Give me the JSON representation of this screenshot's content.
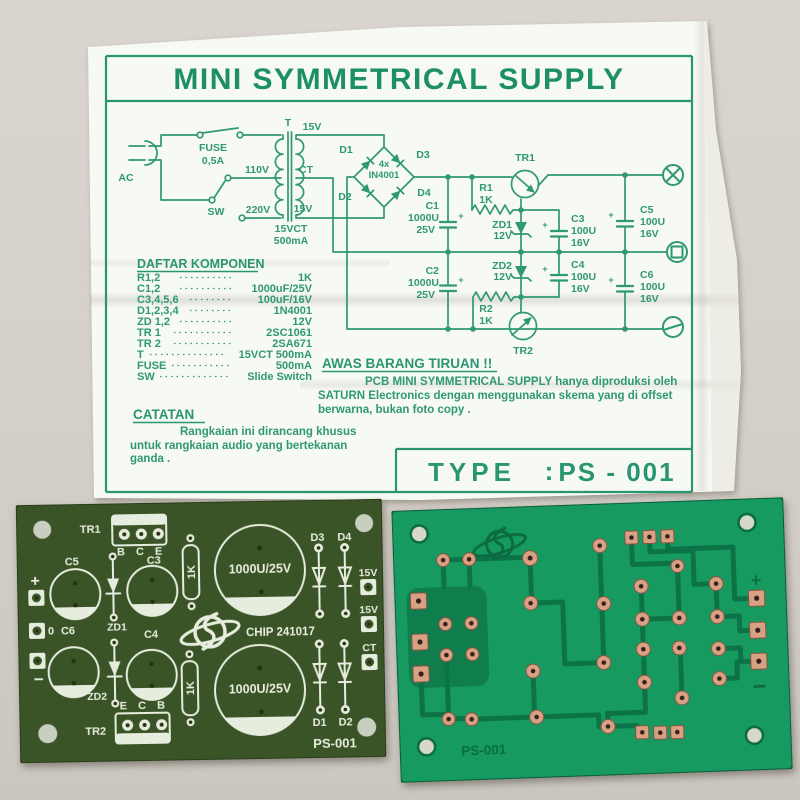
{
  "paper": {
    "title": "MINI SYMMETRICAL SUPPLY",
    "schematic": {
      "ac": "AC",
      "fuse": "FUSE",
      "fuse_val": "0,5A",
      "sw": "SW",
      "v110": "110V",
      "v220": "220V",
      "t": "T",
      "sec_top_v": "15V",
      "ct": "CT",
      "sec_bot_v": "15V",
      "spec1": "15VCT",
      "spec2": "500mA",
      "d1": "D1",
      "d2": "D2",
      "d3": "D3",
      "d4": "D4",
      "bridge_qty": "4x",
      "bridge_part": "IN4001",
      "c1": "C1",
      "c1v": "1000U",
      "c1u": "25V",
      "c2": "C2",
      "c2v": "1000U",
      "c2u": "25V",
      "c3": "C3",
      "c3v": "100U",
      "c3u": "16V",
      "c4": "C4",
      "c4v": "100U",
      "c4u": "16V",
      "c5": "C5",
      "c5v": "100U",
      "c5u": "16V",
      "c6": "C6",
      "c6v": "100U",
      "c6u": "16V",
      "r1": "R1",
      "r1v": "1K",
      "r2": "R2",
      "r2v": "1K",
      "tr1": "TR1",
      "tr2": "TR2",
      "zd1": "ZD1",
      "zd1v": "12V",
      "zd2": "ZD2",
      "zd2v": "12V",
      "plus": "+"
    },
    "component_list": {
      "heading": "DAFTAR KOMPONEN",
      "rows": [
        {
          "n": "R1,2",
          "v": "1K"
        },
        {
          "n": "C1,2",
          "v": "1000uF/25V"
        },
        {
          "n": "C3,4,5,6",
          "v": "100uF/16V"
        },
        {
          "n": "D1,2,3,4",
          "v": "1N4001"
        },
        {
          "n": "ZD 1,2",
          "v": "12V"
        },
        {
          "n": "TR 1",
          "v": "2SC1061"
        },
        {
          "n": "TR 2",
          "v": "2SA671"
        },
        {
          "n": "T",
          "v": "15VCT 500mA"
        },
        {
          "n": "FUSE",
          "v": "500mA"
        },
        {
          "n": "SW",
          "v": "Slide Switch"
        }
      ]
    },
    "warning": {
      "heading": "AWAS BARANG TIRUAN !!",
      "line1": "PCB MINI SYMMETRICAL SUPPLY hanya diproduksi oleh",
      "line2": "SATURN Electronics dengan menggunakan skema yang di offset",
      "line3": "berwarna, bukan foto copy ."
    },
    "note": {
      "heading": "CATATAN",
      "line1": "Rangkaian ini dirancang khusus",
      "line2": "untuk rangkaian audio yang bertekanan",
      "line3": "ganda ."
    },
    "type_box": {
      "label": "TYPE",
      "colon": ":",
      "value": "PS - 001"
    }
  },
  "pcb_front": {
    "labels": {
      "tr1": "TR1",
      "bce": "B C E",
      "c5": "C5",
      "c3": "C3",
      "zd1": "ZD1",
      "c4": "C4",
      "c6": "C6",
      "zero": "0",
      "plus": "+",
      "minus": "−",
      "r_top": "1K",
      "r_bot": "1K",
      "cap_top": "1000U/25V",
      "cap_bot": "1000U/25V",
      "d1": "D1",
      "d2": "D2",
      "d3": "D3",
      "d4": "D4",
      "v15_1": "15V",
      "v15_2": "15V",
      "ct": "CT",
      "chip": "CHIP 241017",
      "zd2": "ZD2",
      "ecb": "E C B",
      "tr2": "TR2",
      "code": "PS-001"
    }
  },
  "pcb_back": {
    "labels": {
      "plus": "+",
      "minus": "−",
      "code": "PS-001"
    }
  },
  "colors": {
    "print_green": "#2f9874",
    "title_green": "#1d8f67",
    "paper_white": "#f7f9f4",
    "background": "#d6d1ca",
    "pcb_front_green": "#3b5427",
    "silkscreen_white": "#e7edde",
    "pcb_back_green": "#169a60",
    "trace_green": "#0c6f44",
    "copper_pad": "#d9a184"
  }
}
